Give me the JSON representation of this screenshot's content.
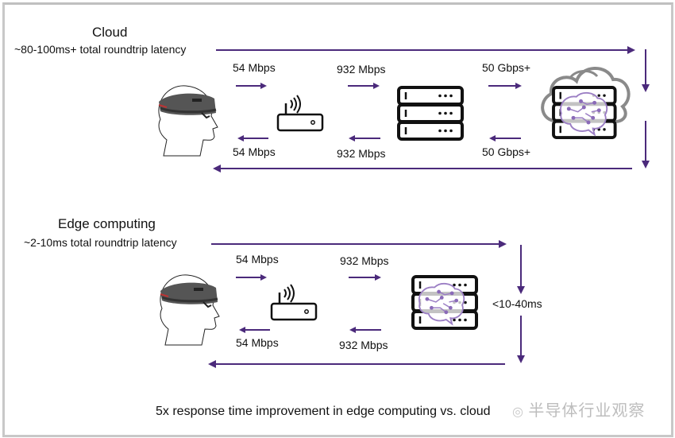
{
  "colors": {
    "arrow": "#4b2a7b",
    "brain": "#9b7ec4",
    "cloud": "#8a8a8a",
    "icon": "#111111",
    "border": "#c8c8c8"
  },
  "cloud_section": {
    "title": "Cloud",
    "latency": "~80-100ms+ total roundtrip latency",
    "uplink": {
      "device_to_router": "54 Mbps",
      "router_to_server": "932 Mbps",
      "server_to_cloud": "50 Gbps+"
    },
    "downlink": {
      "router_to_device": "54 Mbps",
      "server_to_router": "932 Mbps",
      "cloud_to_server": "50 Gbps+"
    },
    "icons": [
      "headset-user-icon",
      "wifi-router-icon",
      "server-rack-icon",
      "cloud-ai-server-icon"
    ]
  },
  "edge_section": {
    "title": "Edge computing",
    "latency": "~2-10ms total roundtrip latency",
    "uplink": {
      "device_to_router": "54 Mbps",
      "router_to_server": "932 Mbps"
    },
    "downlink": {
      "router_to_device": "54 Mbps",
      "server_to_router": "932 Mbps"
    },
    "processing_time": "<10-40ms",
    "icons": [
      "headset-user-icon",
      "wifi-router-icon",
      "edge-ai-server-icon"
    ]
  },
  "caption": "5x response time improvement in edge computing vs. cloud",
  "watermark": "半导体行业观察"
}
